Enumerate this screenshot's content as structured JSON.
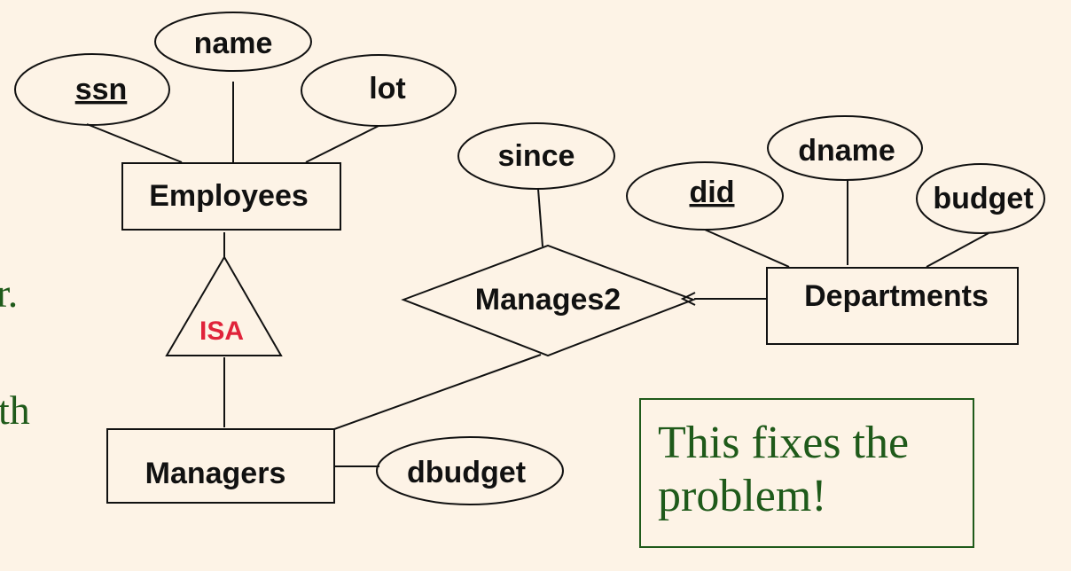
{
  "colors": {
    "background": "#fdf3e6",
    "ink": "#111111",
    "isa_label": "#e0233a",
    "note": "#1f5a1a"
  },
  "entities": {
    "employees": "Employees",
    "departments": "Departments",
    "managers": "Managers"
  },
  "relationships": {
    "manages2": "Manages2"
  },
  "isa": {
    "label": "ISA"
  },
  "attributes": {
    "ssn": "ssn",
    "name": "name",
    "lot": "lot",
    "since": "since",
    "did": "did",
    "dname": "dname",
    "budget": "budget",
    "dbudget": "dbudget"
  },
  "slide_fragments": {
    "upper": "r.",
    "lower": "th"
  },
  "note": {
    "text": "This fixes the problem!"
  }
}
